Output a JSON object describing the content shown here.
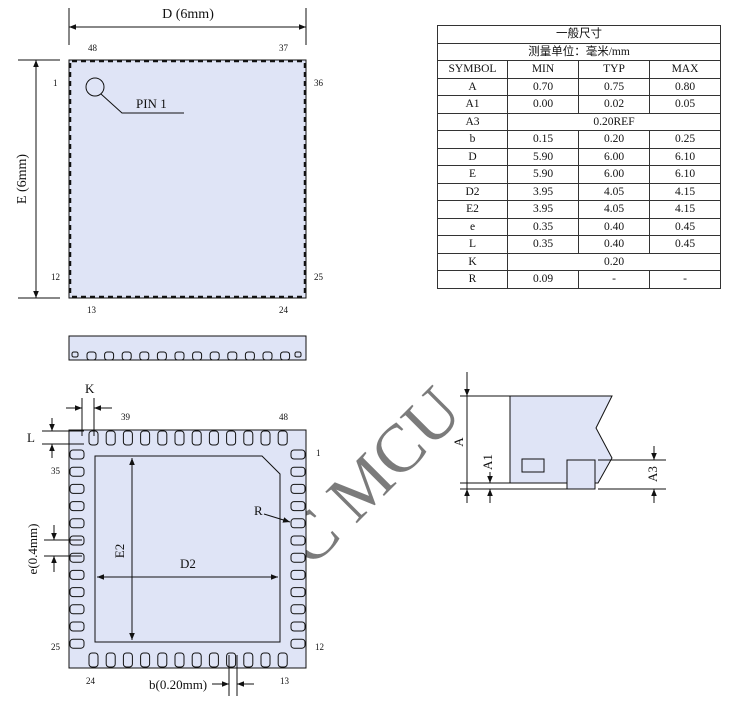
{
  "watermark": "STC MCU",
  "top_view": {
    "dim_d": "D (6mm)",
    "dim_e": "E (6mm)",
    "pin1_label": "PIN 1",
    "pin_48": "48",
    "pin_37": "37",
    "pin_1": "1",
    "pin_36": "36",
    "pin_12": "12",
    "pin_25": "25",
    "pin_13": "13",
    "pin_24": "24"
  },
  "bottom_view": {
    "label_k": "K",
    "label_l": "L",
    "label_r": "R",
    "label_e2": "E2",
    "label_d2": "D2",
    "label_e": "e(0.4mm)",
    "label_b": "b(0.20mm)",
    "pin_39": "39",
    "pin_48": "48",
    "pin_35": "35",
    "pin_1": "1",
    "pin_25": "25",
    "pin_12": "12",
    "pin_24": "24",
    "pin_13": "13"
  },
  "side_view": {
    "label_a": "A",
    "label_a1": "A1",
    "label_a3": "A3"
  },
  "table": {
    "title": "一般尺寸",
    "subtitle": "测量单位：毫米/mm",
    "headers": [
      "SYMBOL",
      "MIN",
      "TYP",
      "MAX"
    ],
    "rows": [
      {
        "symbol": "A",
        "min": "0.70",
        "typ": "0.75",
        "max": "0.80"
      },
      {
        "symbol": "A1",
        "min": "0.00",
        "typ": "0.02",
        "max": "0.05"
      },
      {
        "symbol": "A3",
        "span": "0.20REF"
      },
      {
        "symbol": "b",
        "min": "0.15",
        "typ": "0.20",
        "max": "0.25"
      },
      {
        "symbol": "D",
        "min": "5.90",
        "typ": "6.00",
        "max": "6.10"
      },
      {
        "symbol": "E",
        "min": "5.90",
        "typ": "6.00",
        "max": "6.10"
      },
      {
        "symbol": "D2",
        "min": "3.95",
        "typ": "4.05",
        "max": "4.15"
      },
      {
        "symbol": "E2",
        "min": "3.95",
        "typ": "4.05",
        "max": "4.15"
      },
      {
        "symbol": "e",
        "min": "0.35",
        "typ": "0.40",
        "max": "0.45"
      },
      {
        "symbol": "L",
        "min": "0.35",
        "typ": "0.40",
        "max": "0.45"
      },
      {
        "symbol": "K",
        "span": "0.20"
      },
      {
        "symbol": "R",
        "min": "0.09",
        "typ": "-",
        "max": "-"
      }
    ]
  },
  "colors": {
    "package_fill": "#dfe4f6",
    "outline": "#111111",
    "watermark": "#cfeaf1"
  }
}
